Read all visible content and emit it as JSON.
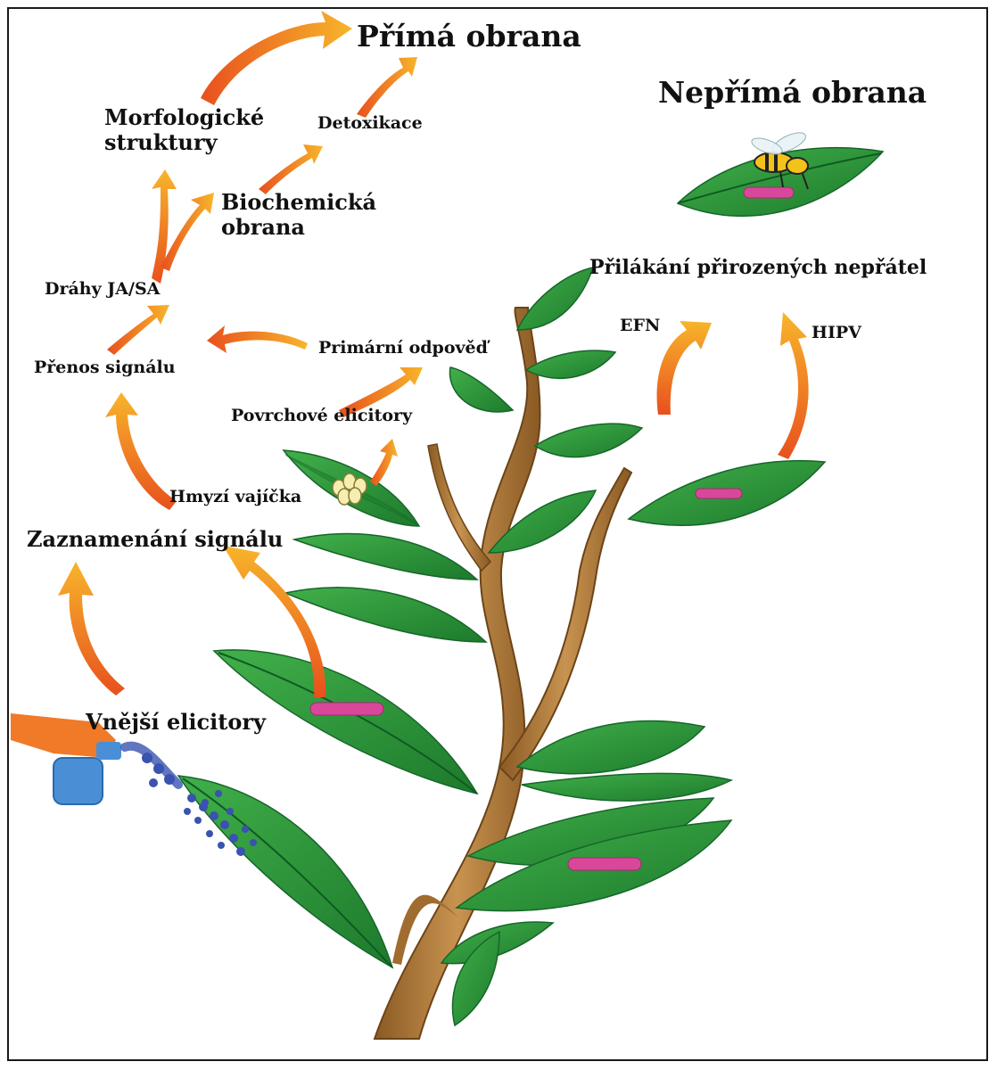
{
  "labels": {
    "direct_defense": "Přímá obrana",
    "indirect_defense": "Nepřímá obrana",
    "morphological_structures": "Morfologické\nstruktury",
    "detoxification": "Detoxikace",
    "biochemical_defense": "Biochemická\nobrana",
    "ja_sa_pathways": "Dráhy JA/SA",
    "signal_transduction": "Přenos signálu",
    "primary_response": "Primární odpověď",
    "surface_elicitors": "Povrchové elicitory",
    "insect_eggs": "Hmyzí vajíčka",
    "signal_perception": "Zaznamenání signálu",
    "external_elicitors": "Vnější elicitory",
    "natural_enemies_attraction": "Přilákání přirozených nepřátel",
    "efn": "EFN",
    "hipv": "HIPV"
  },
  "colors": {
    "arrow_start": "#e8501e",
    "arrow_end": "#f7b52b",
    "leaf": "#2e9a3c",
    "leaf_dark": "#1d7a2c",
    "stem": "#b07a3a",
    "caterpillar": "#d9479a",
    "spray_orange": "#f07a28",
    "spray_blue": "#4a8fd6",
    "spray_particles": "#3a52b0"
  },
  "icons": [
    "plant-illustration",
    "caterpillar-icon",
    "wasp-icon",
    "spray-bottle-icon",
    "insect-eggs-icon",
    "arrow-icon"
  ]
}
